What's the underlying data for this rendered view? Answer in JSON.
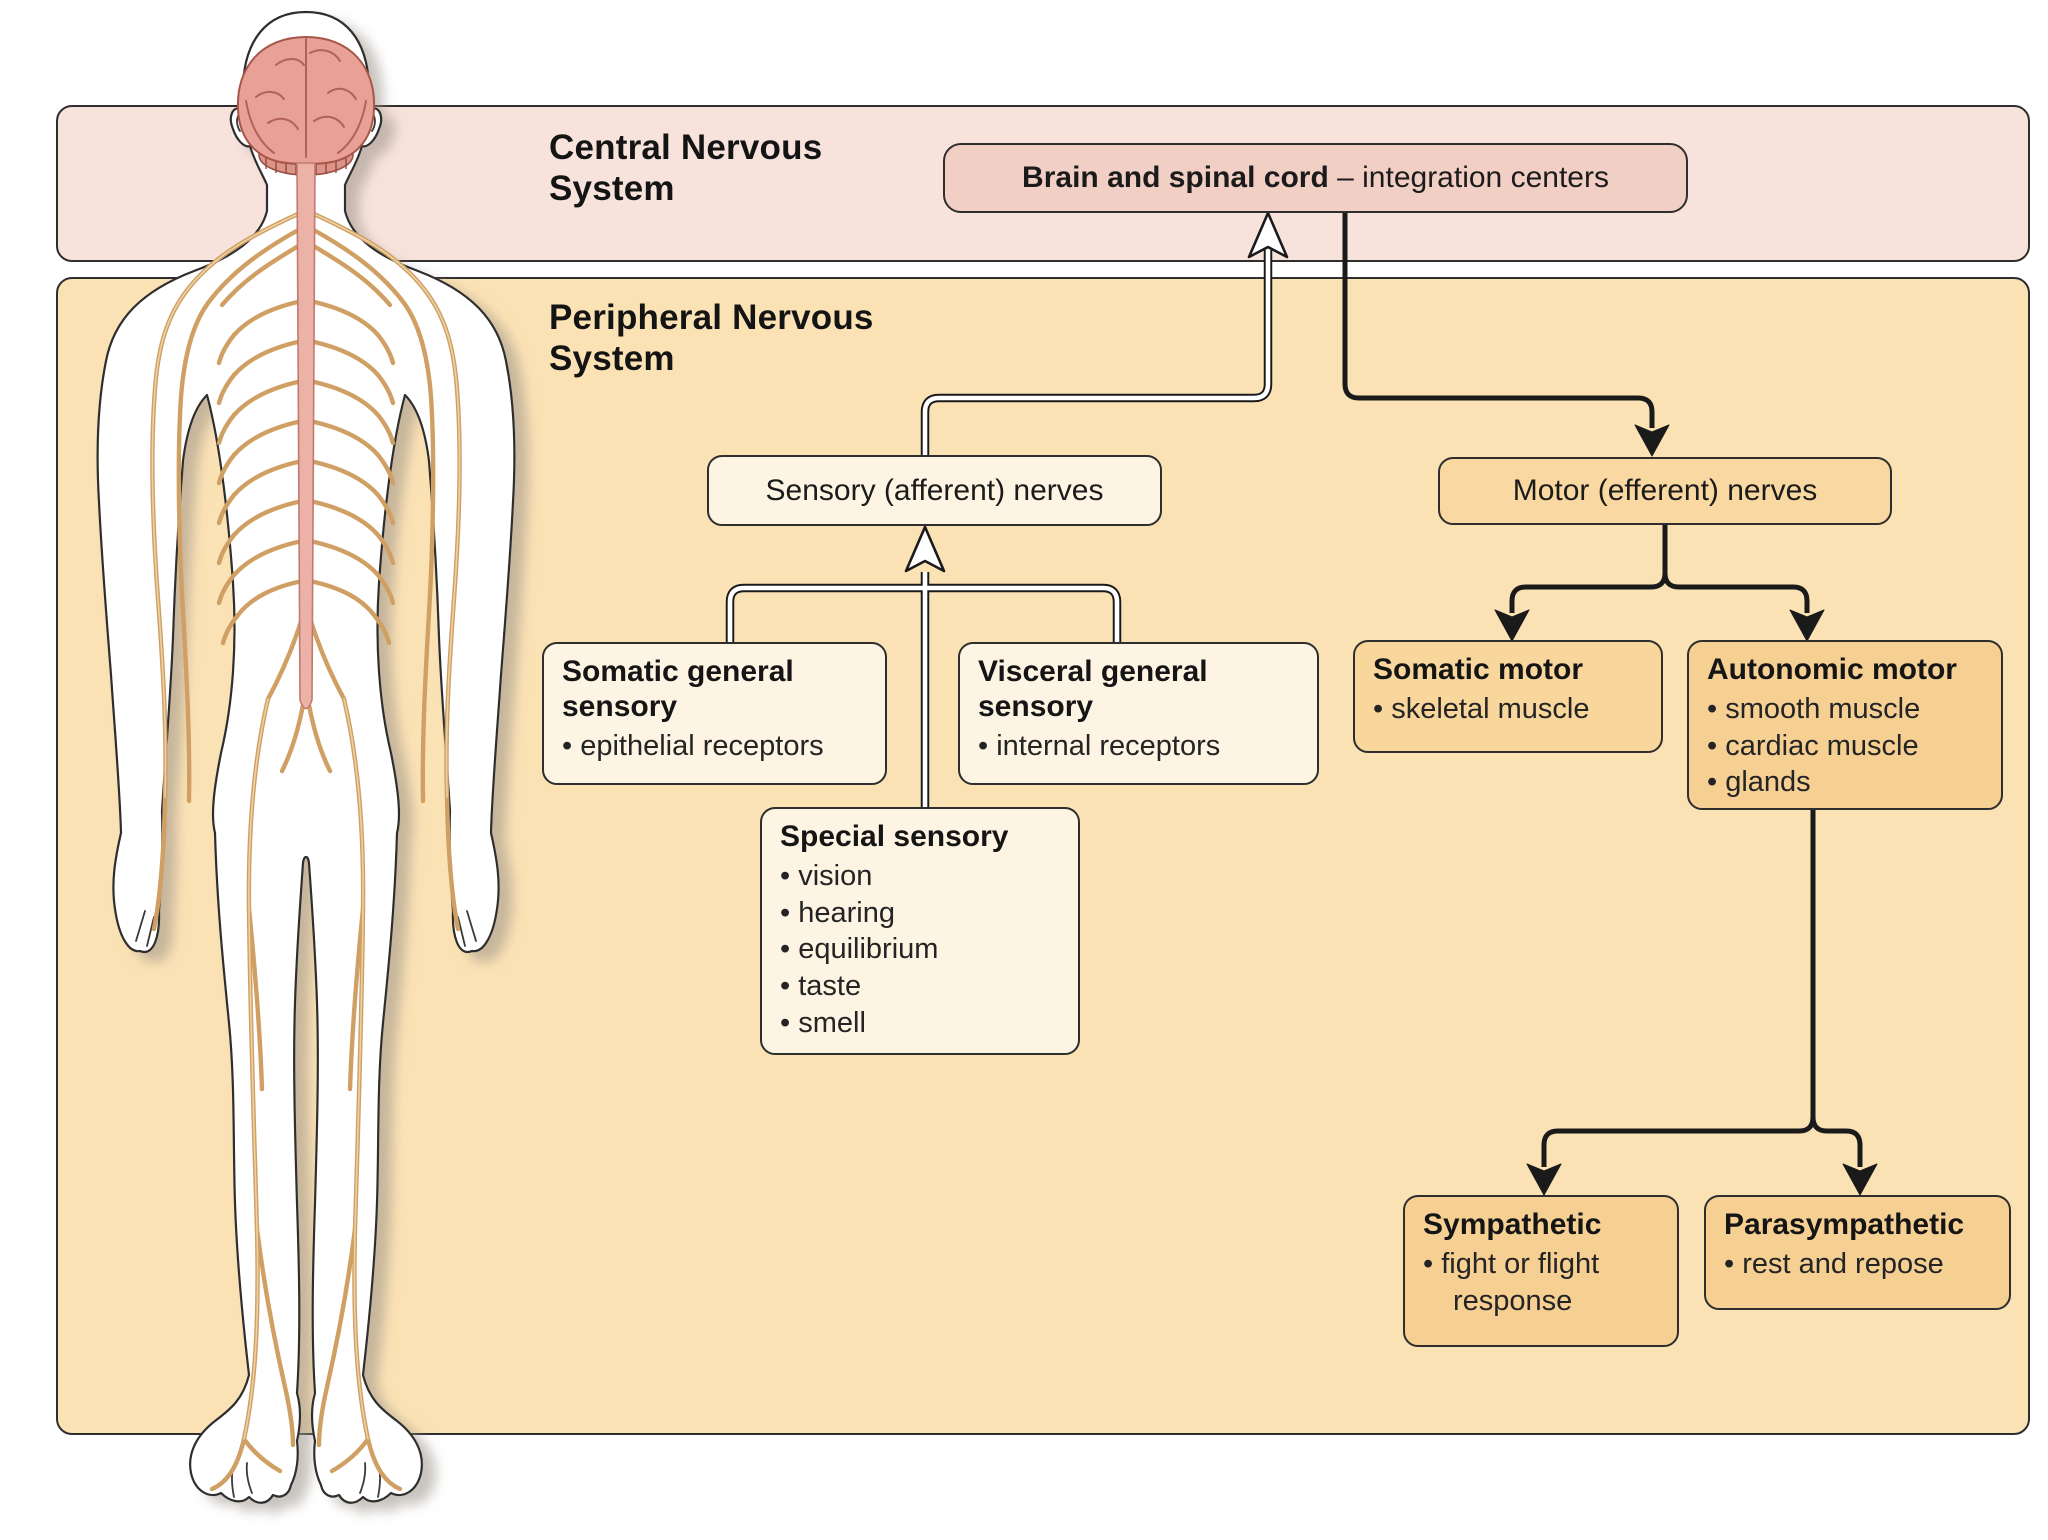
{
  "headings": {
    "cns_line1": "Central Nervous",
    "cns_line2": "System",
    "pns_line1": "Peripheral Nervous",
    "pns_line2": "System"
  },
  "boxes": {
    "brain": {
      "strong": "Brain and spinal cord",
      "rest": " – integration centers",
      "fill": "#f2cfc5"
    },
    "sensory": {
      "label": "Sensory (afferent) nerves",
      "fill": "#fdf4e3"
    },
    "motor": {
      "label": "Motor (efferent) nerves",
      "fill": "#f9d9a1"
    },
    "somatic_general": {
      "title": "Somatic general sensory",
      "bullets": [
        "epithelial receptors"
      ],
      "fill": "#fdf4e3"
    },
    "visceral_general": {
      "title": "Visceral general sensory",
      "bullets": [
        "internal receptors"
      ],
      "fill": "#fdf4e3"
    },
    "special_sensory": {
      "title": "Special sensory",
      "bullets": [
        "vision",
        "hearing",
        "equilibrium",
        "taste",
        "smell"
      ],
      "fill": "#fdf4e3"
    },
    "somatic_motor": {
      "title": "Somatic motor",
      "bullets": [
        "skeletal muscle"
      ],
      "fill": "#f8d69c"
    },
    "autonomic_motor": {
      "title": "Autonomic motor",
      "bullets": [
        "smooth muscle",
        "cardiac muscle",
        "glands"
      ],
      "fill": "#f6cf93"
    },
    "sympathetic": {
      "title": "Sympathetic",
      "bullets": [
        "fight or flight response"
      ],
      "fill": "#f6cf93"
    },
    "parasympathetic": {
      "title": "Parasympathetic",
      "bullets": [
        "rest and repose"
      ],
      "fill": "#f6cf93"
    }
  },
  "bands": {
    "cns_fill": "#f7e3dc",
    "pns_fill": "#fbe2b5"
  },
  "colors": {
    "connector_black": "#1a1a1a",
    "connector_white": "#ffffff",
    "nerve_tan": "#cf9f63",
    "brain_pink": "#e8a196",
    "spine_pink": "#ecb1a7",
    "text": "#1b1b1b"
  }
}
